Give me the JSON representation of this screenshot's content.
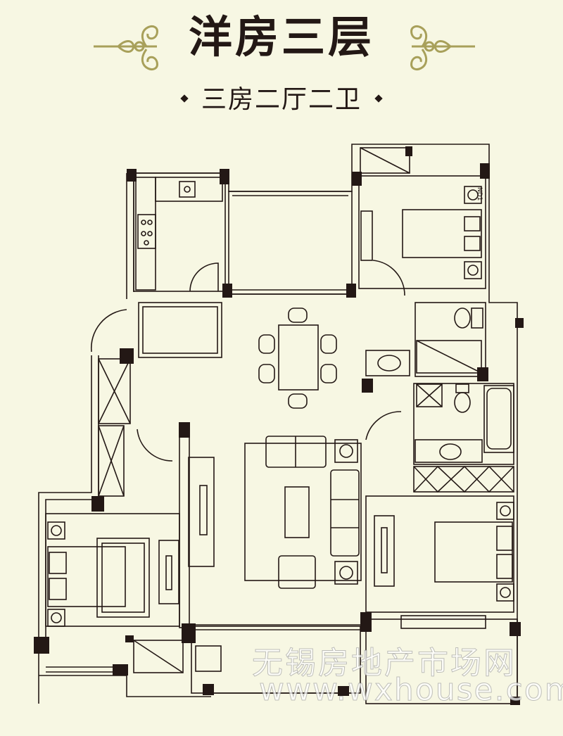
{
  "header": {
    "title": "洋房三层",
    "subtitle": "三房二厅二卫"
  },
  "watermark": {
    "site_name": "无锡房地产市场网",
    "url": "www.wxhouse.com"
  },
  "plan": {
    "room_code": "ND1"
  },
  "colors": {
    "background": "#f7f7e3",
    "line": "#231815",
    "ornament": "#a8a05a"
  }
}
